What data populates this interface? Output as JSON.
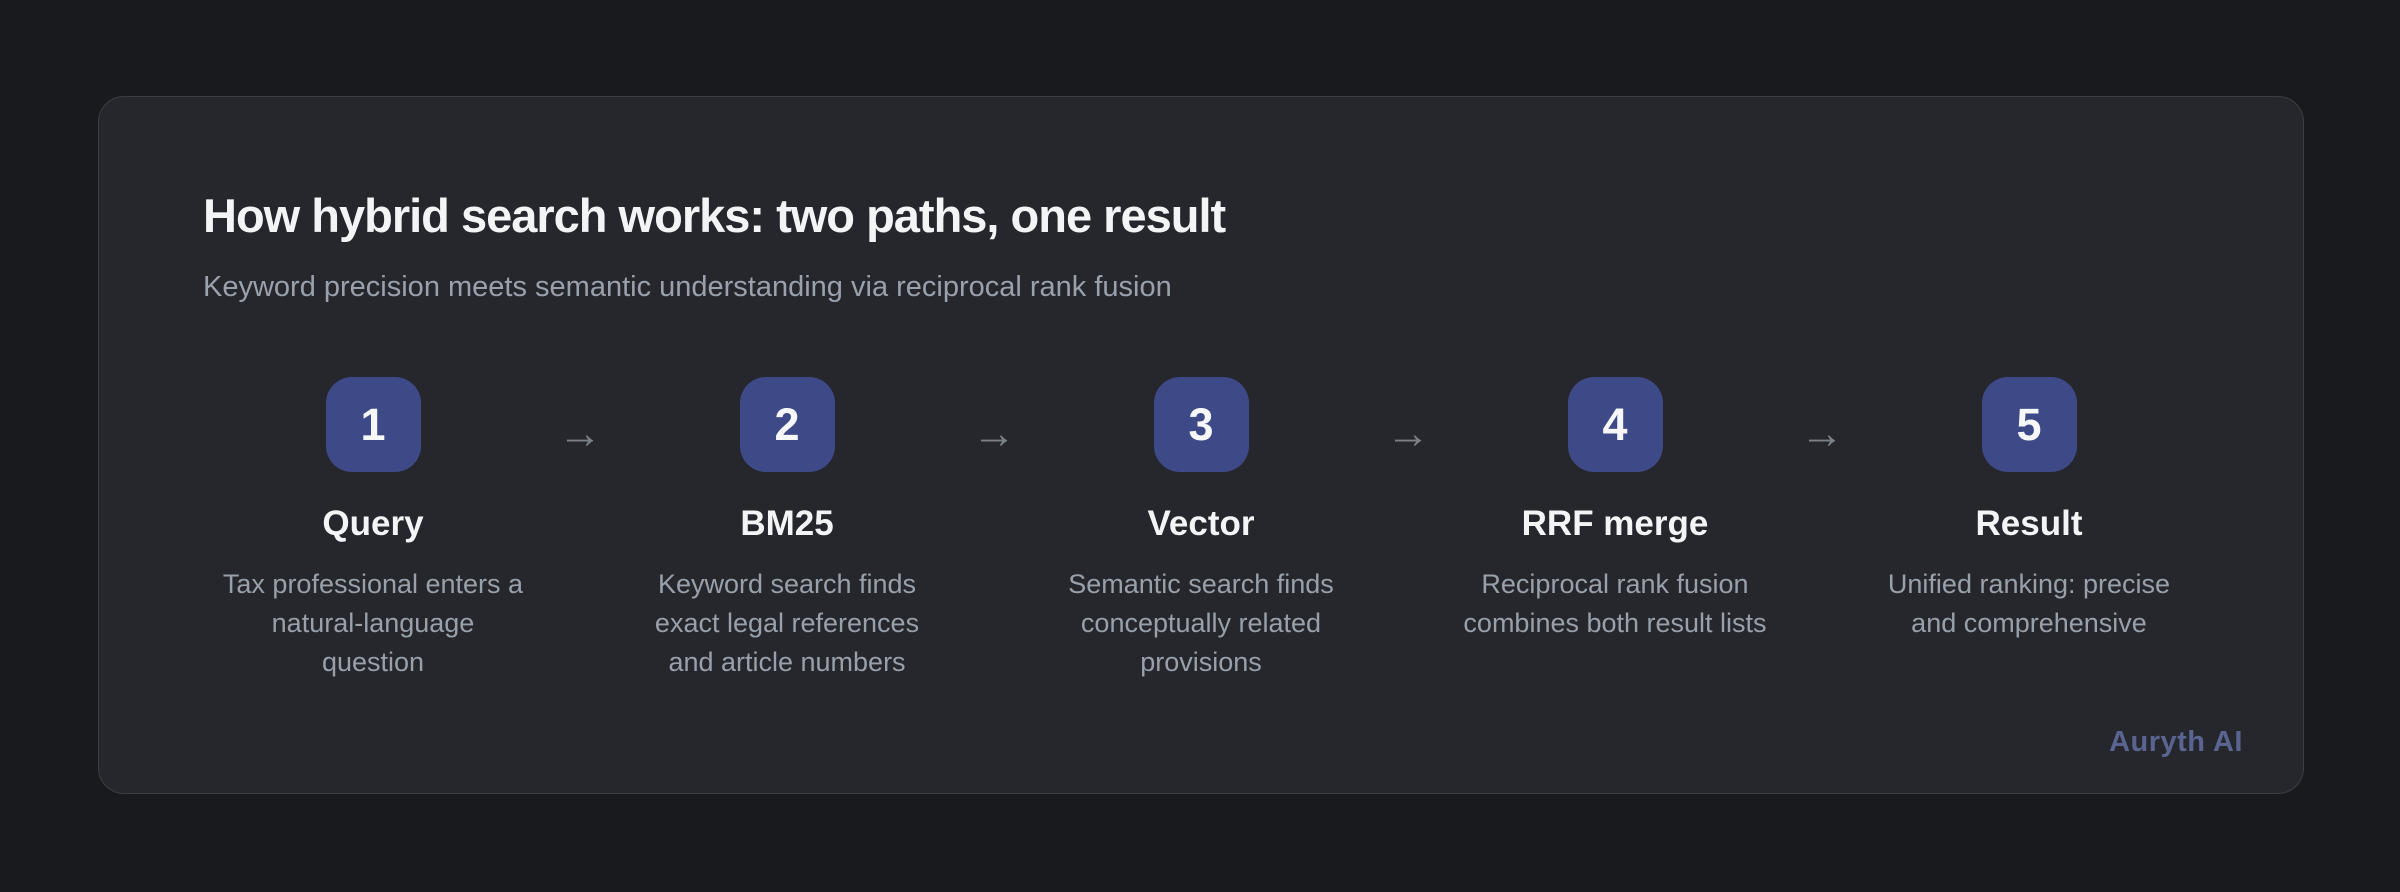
{
  "page": {
    "background_color": "#191a1e"
  },
  "card": {
    "background_color": "#25272c",
    "border_color": "#3a3e45",
    "title": "How hybrid search works: two paths, one result",
    "subtitle": "Keyword precision meets semantic understanding via reciprocal rank fusion",
    "brand": "Auryth AI",
    "brand_color": "#5a6490",
    "accent_color": "#3d4a87"
  },
  "flow": {
    "arrow_glyph": "→",
    "arrow_color": "#7b8089",
    "steps": [
      {
        "number": "1",
        "title": "Query",
        "description": "Tax professional enters a\nnatural-language\nquestion"
      },
      {
        "number": "2",
        "title": "BM25",
        "description": "Keyword search finds\nexact legal references\nand article numbers"
      },
      {
        "number": "3",
        "title": "Vector",
        "description": "Semantic search finds\nconceptually related\nprovisions"
      },
      {
        "number": "4",
        "title": "RRF merge",
        "description": "Reciprocal rank fusion\ncombines both result lists"
      },
      {
        "number": "5",
        "title": "Result",
        "description": "Unified ranking: precise\nand comprehensive"
      }
    ]
  }
}
